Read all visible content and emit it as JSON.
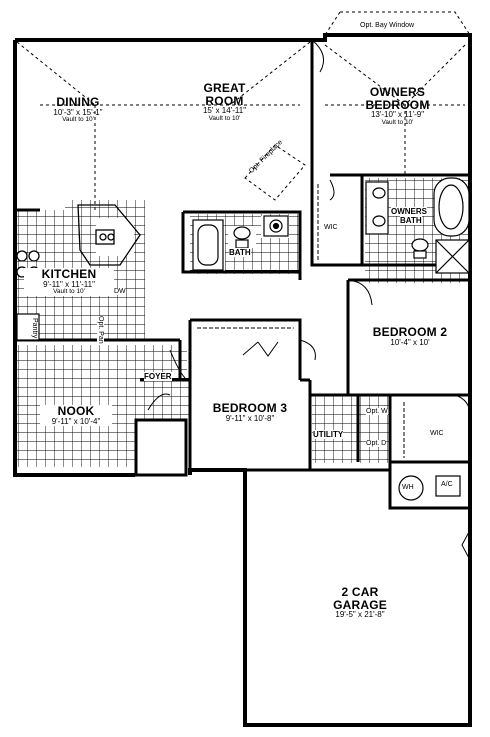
{
  "rooms": {
    "dining": {
      "name": "DINING",
      "dims": "10'-3\" x 15'-1\"",
      "note": "Vault to 10'"
    },
    "great_room": {
      "name": "GREAT",
      "name2": "ROOM",
      "dims": "15' x 14'-11\"",
      "note": "Vault to 10'"
    },
    "owners_bed": {
      "name": "OWNERS",
      "name2": "BEDROOM",
      "dims": "13'-10\" x 11'-9\"",
      "note": "Vault to 10'"
    },
    "kitchen": {
      "name": "KITCHEN",
      "dims": "9'-11\" x 11'-11\"",
      "note": "Vault to 10'"
    },
    "bedroom2": {
      "name": "BEDROOM 2",
      "dims": "10'-4\" x 10'"
    },
    "bedroom3": {
      "name": "BEDROOM 3",
      "dims": "9'-11\" x 10'-8\""
    },
    "nook": {
      "name": "NOOK",
      "dims": "9'-11\" x 10'-4\""
    },
    "garage": {
      "name": "2 CAR",
      "name2": "GARAGE",
      "dims": "19'-5\" x 21'-8\""
    }
  },
  "labels": {
    "bay_window": "Opt. Bay Window",
    "fireplace": "Opt. Fireplace",
    "bath": "BATH",
    "owners_bath_1": "OWNERS",
    "owners_bath_2": "BATH",
    "wic_owner": "WIC",
    "wic_bed2": "WIC",
    "foyer": "FOYER",
    "utility": "UTILITY",
    "dw": "DW",
    "opt_pan": "Opt. Pan",
    "pantry": "Pantry",
    "opt_w": "Opt. W",
    "opt_d": "Opt. D",
    "wh": "WH",
    "ac": "A/C"
  },
  "colors": {
    "ink": "#000000",
    "paper": "#ffffff",
    "tile": "#000000"
  }
}
